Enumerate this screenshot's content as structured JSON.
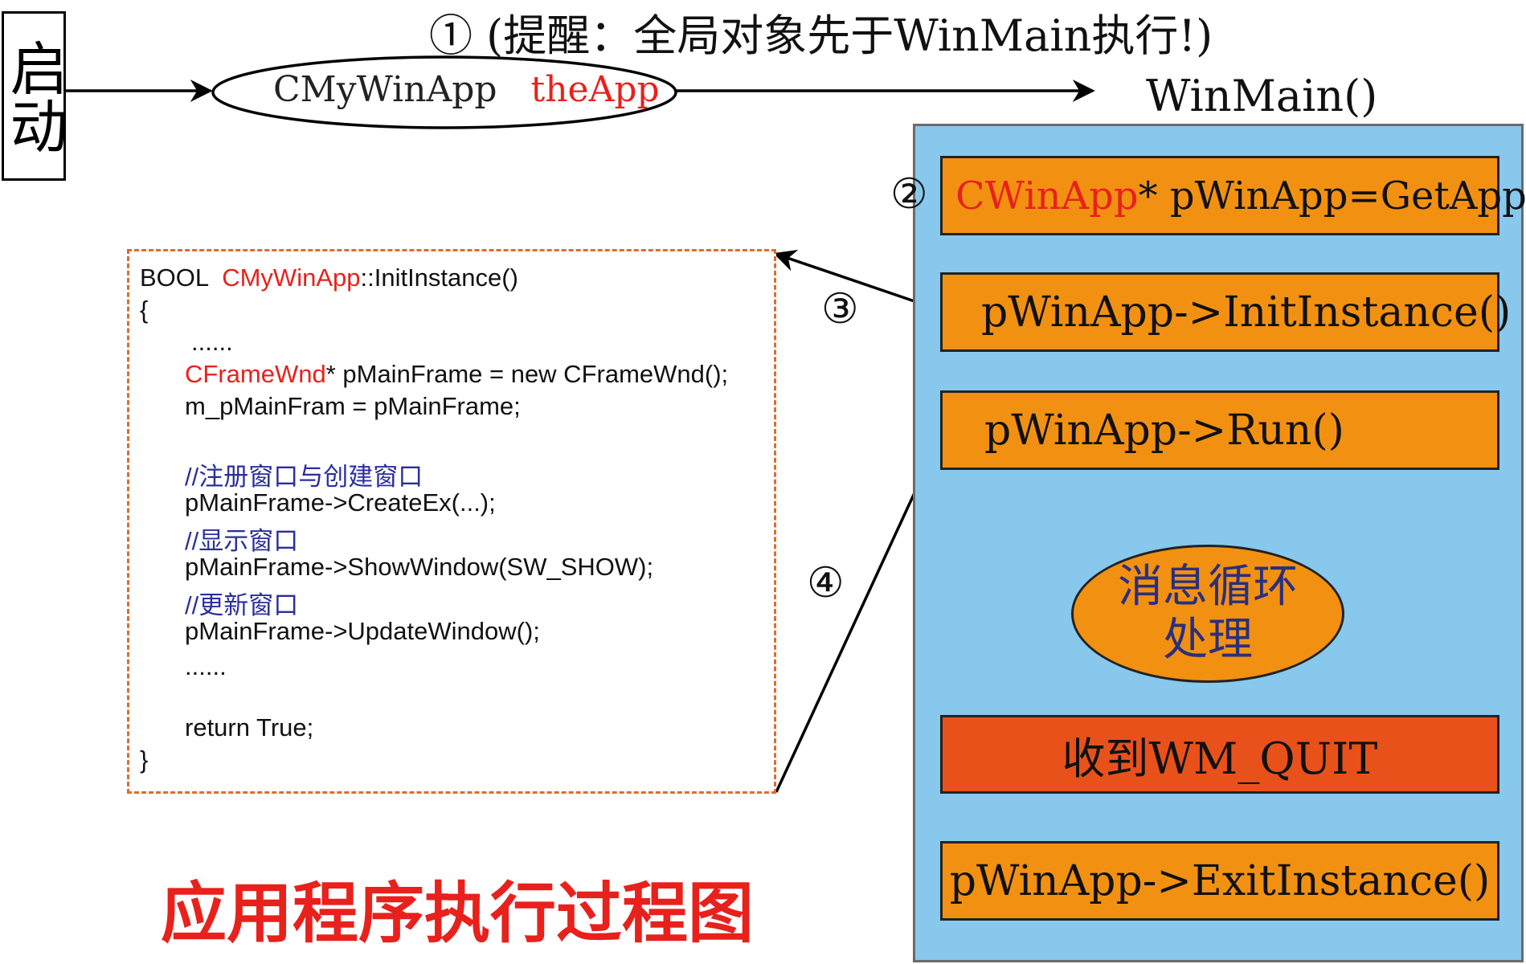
{
  "start_label": "启动",
  "note": {
    "number": "①",
    "text": "(提醒：全局对象先于WinMain执行!)"
  },
  "global_object": {
    "class_name": "CMyWinApp",
    "instance_name": "theApp"
  },
  "winmain_label": "WinMain()",
  "steps": {
    "s2": {
      "number": "②",
      "type_part": "CWinApp",
      "rest_part": "* pWinApp=GetApp()"
    },
    "s3": {
      "number": "③",
      "text": "pWinApp->InitInstance()"
    },
    "s4": {
      "number": "④",
      "text": "pWinApp->Run()"
    }
  },
  "message_loop": {
    "line1": "消息循环",
    "line2": "处理"
  },
  "quit_label": "收到WM_QUIT",
  "exit_label": "pWinApp->ExitInstance()",
  "code": {
    "l1_prefix": "BOOL  ",
    "l1_class": "CMyWinApp",
    "l1_suffix": "::InitInstance()",
    "l2": "{",
    "l3": "......",
    "l4_type": "CFrameWnd",
    "l4_rest": "* pMainFrame = new CFrameWnd();",
    "l5": "m_pMainFram = pMainFrame;",
    "c1": "//注册窗口与创建窗口",
    "l6": "pMainFrame->CreateEx(...);",
    "c2": "//显示窗口",
    "l7": "pMainFrame->ShowWindow(SW_SHOW);",
    "c3": "//更新窗口",
    "l8": "pMainFrame->UpdateWindow();",
    "l9": "......",
    "l10": "return True;",
    "l11": "}"
  },
  "caption": "应用程序执行过程图",
  "colors": {
    "panel": "#87c8ec",
    "step_box": "#f29111",
    "quit_box": "#e8521a",
    "highlight_red": "#e8211c",
    "code_border": "#e06c2c",
    "comment_blue": "#2a2f9e"
  }
}
